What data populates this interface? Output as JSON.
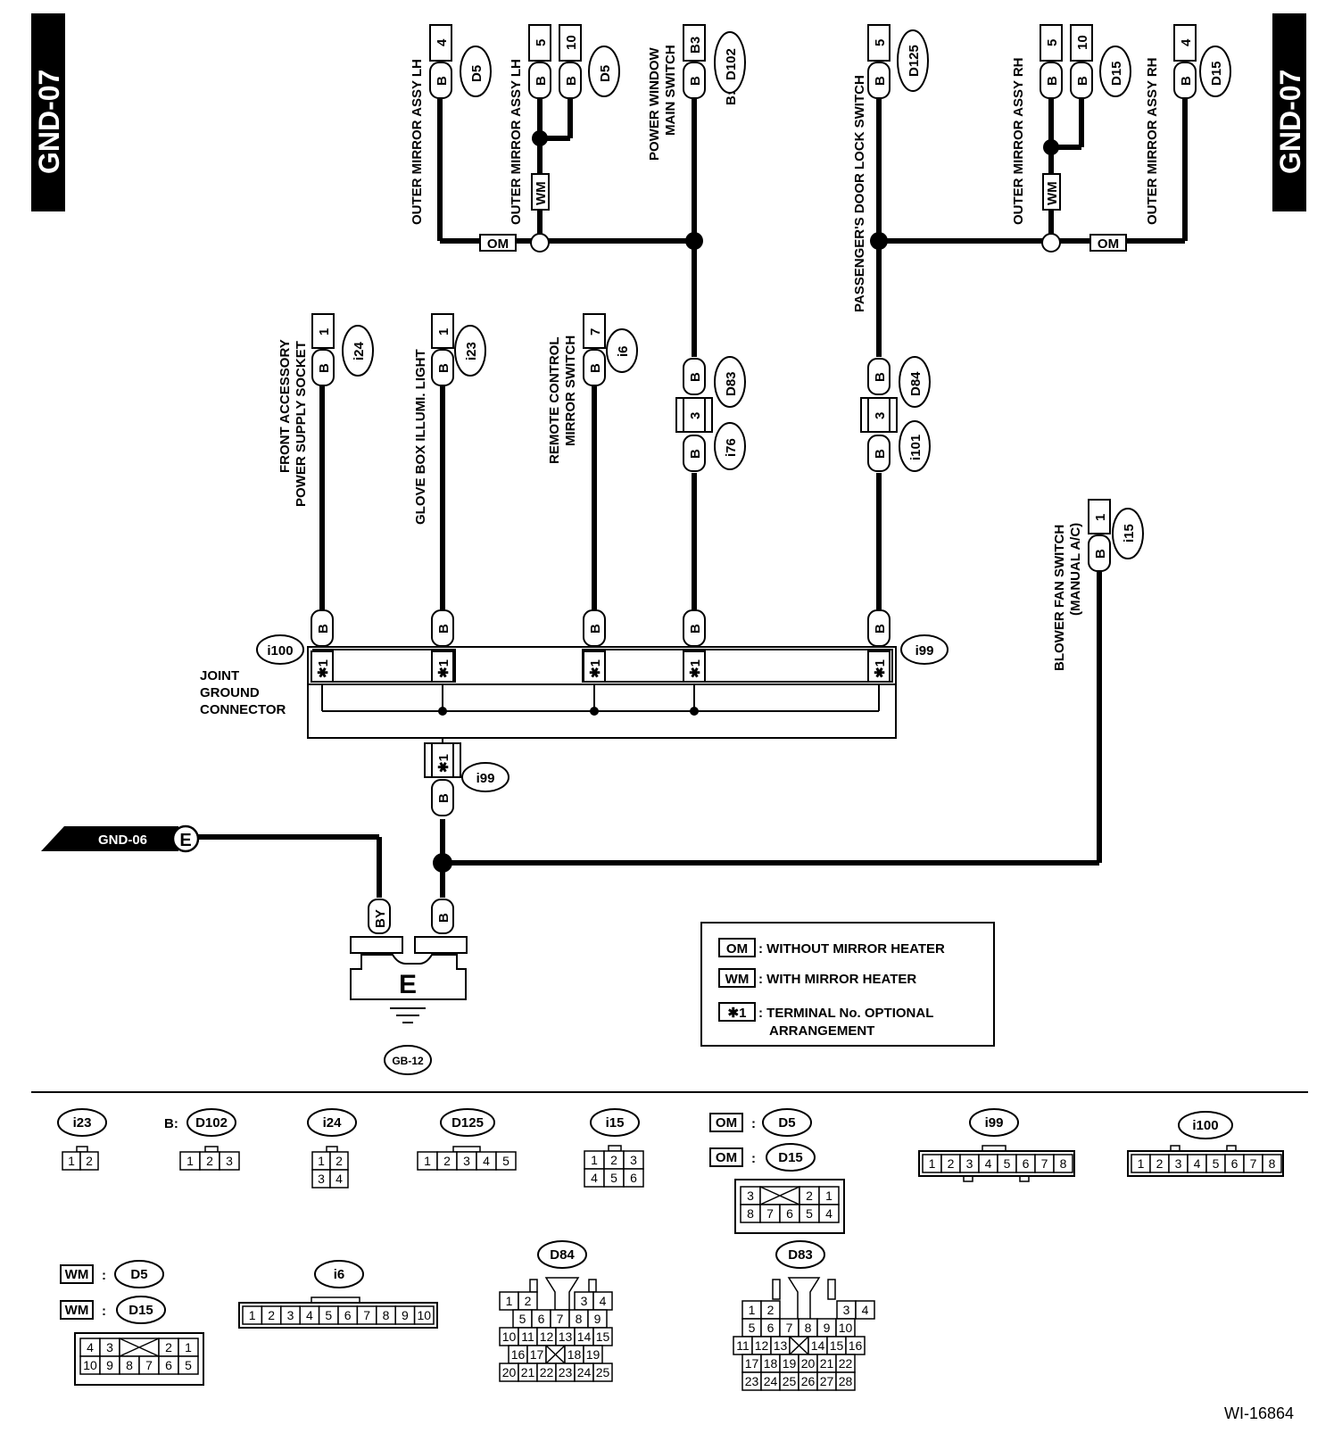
{
  "page_tags": {
    "left": "GND-07",
    "right": "GND-07"
  },
  "components": {
    "outer_mirror_lh_1": "OUTER MIRROR ASSY LH",
    "outer_mirror_lh_2": "OUTER MIRROR ASSY LH",
    "power_window_1": "POWER WINDOW",
    "power_window_2": "MAIN SWITCH",
    "passenger_door": "PASSENGER'S DOOR LOCK SWITCH",
    "outer_mirror_rh_1": "OUTER MIRROR ASSY RH",
    "outer_mirror_rh_2": "OUTER MIRROR ASSY RH",
    "front_acc_1": "FRONT ACCESSORY",
    "front_acc_2": "POWER SUPPLY SOCKET",
    "glove_box": "GLOVE BOX ILLUMI. LIGHT",
    "remote_ctrl_1": "REMOTE CONTROL",
    "remote_ctrl_2": "MIRROR SWITCH",
    "blower_1": "BLOWER FAN SWITCH",
    "blower_2": "(MANUAL A/C)",
    "joint_1": "JOINT",
    "joint_2": "GROUND",
    "joint_3": "CONNECTOR"
  },
  "connectors": {
    "D5": "D5",
    "D15": "D15",
    "D102": "D102",
    "B_D102": "B:",
    "D125": "D125",
    "i24": "i24",
    "i23": "i23",
    "i6": "i6",
    "D83": "D83",
    "D84": "D84",
    "i76": "i76",
    "i101": "i101",
    "i15": "i15",
    "i100": "i100",
    "i99": "i99",
    "GB12": "GB-12"
  },
  "wire_codes": {
    "B": "B",
    "BY": "BY",
    "OM": "OM",
    "WM": "WM",
    "star1": "✱1"
  },
  "pins": {
    "p1": "1",
    "p3": "3",
    "p4": "4",
    "p5": "5",
    "p7": "7",
    "p10": "10",
    "B3": "B3"
  },
  "ground": {
    "tag": "GND-06",
    "node": "E",
    "ground_label": "E"
  },
  "legend": {
    "om_code": "OM",
    "om_text": ": WITHOUT MIRROR HEATER",
    "wm_code": "WM",
    "wm_text": ": WITH MIRROR HEATER",
    "star_code": "✱1",
    "star_text_1": ": TERMINAL No. OPTIONAL",
    "star_text_2": "ARRANGEMENT"
  },
  "connector_views": {
    "i23": {
      "name": "i23",
      "rows": [
        [
          "1",
          "2"
        ]
      ]
    },
    "D102": {
      "prefix": "B:",
      "name": "D102",
      "rows": [
        [
          "1",
          "2",
          "3"
        ]
      ]
    },
    "i24": {
      "name": "i24",
      "rows": [
        [
          "1",
          "2"
        ],
        [
          "3",
          "4"
        ]
      ]
    },
    "D125": {
      "name": "D125",
      "rows": [
        [
          "1",
          "2",
          "3",
          "4",
          "5"
        ]
      ]
    },
    "i15": {
      "name": "i15",
      "rows": [
        [
          "1",
          "2",
          "3"
        ],
        [
          "4",
          "5",
          "6"
        ]
      ]
    },
    "OM_D5": {
      "code": "OM",
      "sep": ":",
      "name": "D5"
    },
    "OM_D15": {
      "code": "OM",
      "sep": ":",
      "name": "D15"
    },
    "OM_block": {
      "rows": [
        [
          "3",
          "",
          "2",
          "1"
        ],
        [
          "8",
          "7",
          "6",
          "5",
          "4"
        ]
      ]
    },
    "i99": {
      "name": "i99",
      "rows": [
        [
          "1",
          "2",
          "3",
          "4",
          "5",
          "6",
          "7",
          "8"
        ]
      ]
    },
    "i100": {
      "name": "i100",
      "rows": [
        [
          "1",
          "2",
          "3",
          "4",
          "5",
          "6",
          "7",
          "8"
        ]
      ]
    },
    "WM_D5": {
      "code": "WM",
      "sep": ":",
      "name": "D5"
    },
    "WM_D15": {
      "code": "WM",
      "sep": ":",
      "name": "D15"
    },
    "WM_block": {
      "rows": [
        [
          "4",
          "3",
          "",
          "2",
          "1"
        ],
        [
          "10",
          "9",
          "8",
          "7",
          "6",
          "5"
        ]
      ]
    },
    "i6": {
      "name": "i6",
      "rows": [
        [
          "1",
          "2",
          "3",
          "4",
          "5",
          "6",
          "7",
          "8",
          "9",
          "10"
        ]
      ]
    },
    "D84": {
      "name": "D84",
      "rows": [
        [
          "1",
          "2",
          "",
          "3",
          "4"
        ],
        [
          "5",
          "6",
          "7",
          "8",
          "9"
        ],
        [
          "10",
          "11",
          "12",
          "13",
          "14",
          "15"
        ],
        [
          "16",
          "17",
          "",
          "18",
          "19"
        ],
        [
          "20",
          "21",
          "22",
          "23",
          "24",
          "25"
        ]
      ]
    },
    "D83": {
      "name": "D83",
      "rows": [
        [
          "1",
          "2",
          "",
          "3",
          "4"
        ],
        [
          "5",
          "6",
          "7",
          "8",
          "9",
          "10"
        ],
        [
          "11",
          "12",
          "13",
          "",
          "14",
          "15",
          "16"
        ],
        [
          "17",
          "18",
          "19",
          "20",
          "21",
          "22"
        ],
        [
          "23",
          "24",
          "25",
          "26",
          "27",
          "28"
        ]
      ]
    }
  },
  "figure_id": "WI-16864"
}
